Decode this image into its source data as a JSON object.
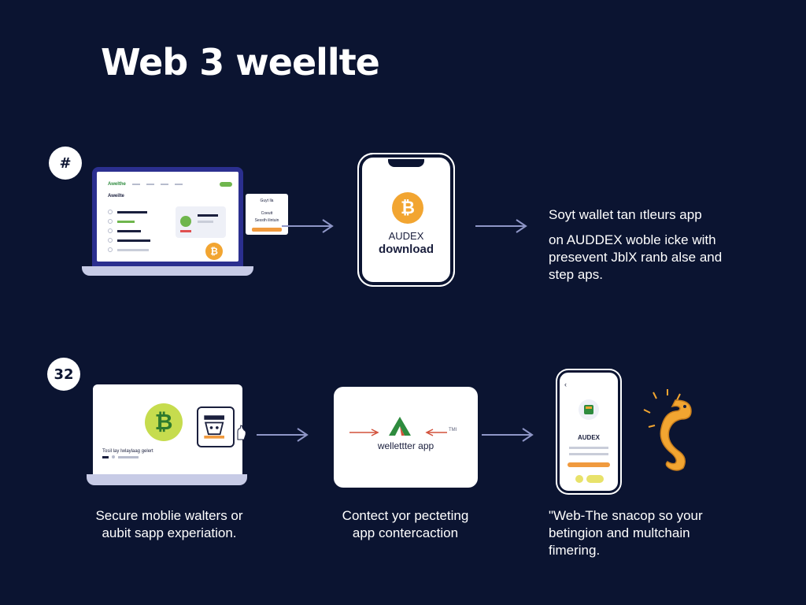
{
  "title": "Web 3 weellte",
  "colors": {
    "background": "#0b1431",
    "bitcoin_orange": "#f2a531",
    "bitcoin_green": "#c6dc4e",
    "accent_orange": "#f09a3e",
    "accent_green": "#6fb64d"
  },
  "steps": [
    {
      "badge": "#",
      "laptop": {
        "logo": "Awelthe",
        "heading": "Aweilte"
      },
      "popup": {
        "line1": "Guyt lla",
        "line2": "Coeutt",
        "line3": "Sessth ilintuin"
      },
      "phone": {
        "icon": "bitcoin-icon",
        "coin_symbol": "₿",
        "brand": "AUDEX",
        "action": "download"
      },
      "description": [
        "Soyt wallet tan ıtleurs app",
        "on AUDDEX woble icke with",
        "presevent JblX ranb alse and",
        "step aps."
      ]
    },
    {
      "badge": "32",
      "laptop": {
        "coin_symbol": "₿",
        "caption": "Tosil lay Iwlaylaag gelert"
      },
      "card": {
        "label": "wellettter app",
        "tag": "TMI"
      },
      "phone": {
        "brand": "AUDEX"
      },
      "captions": [
        [
          "Secure moblie walters or",
          "aubit sapp experiation."
        ],
        [
          "Contect yor pecteting",
          "app contercaction"
        ],
        [
          "\"Web-The snacop so your",
          "betingion and multchain",
          "fimering."
        ]
      ]
    }
  ]
}
